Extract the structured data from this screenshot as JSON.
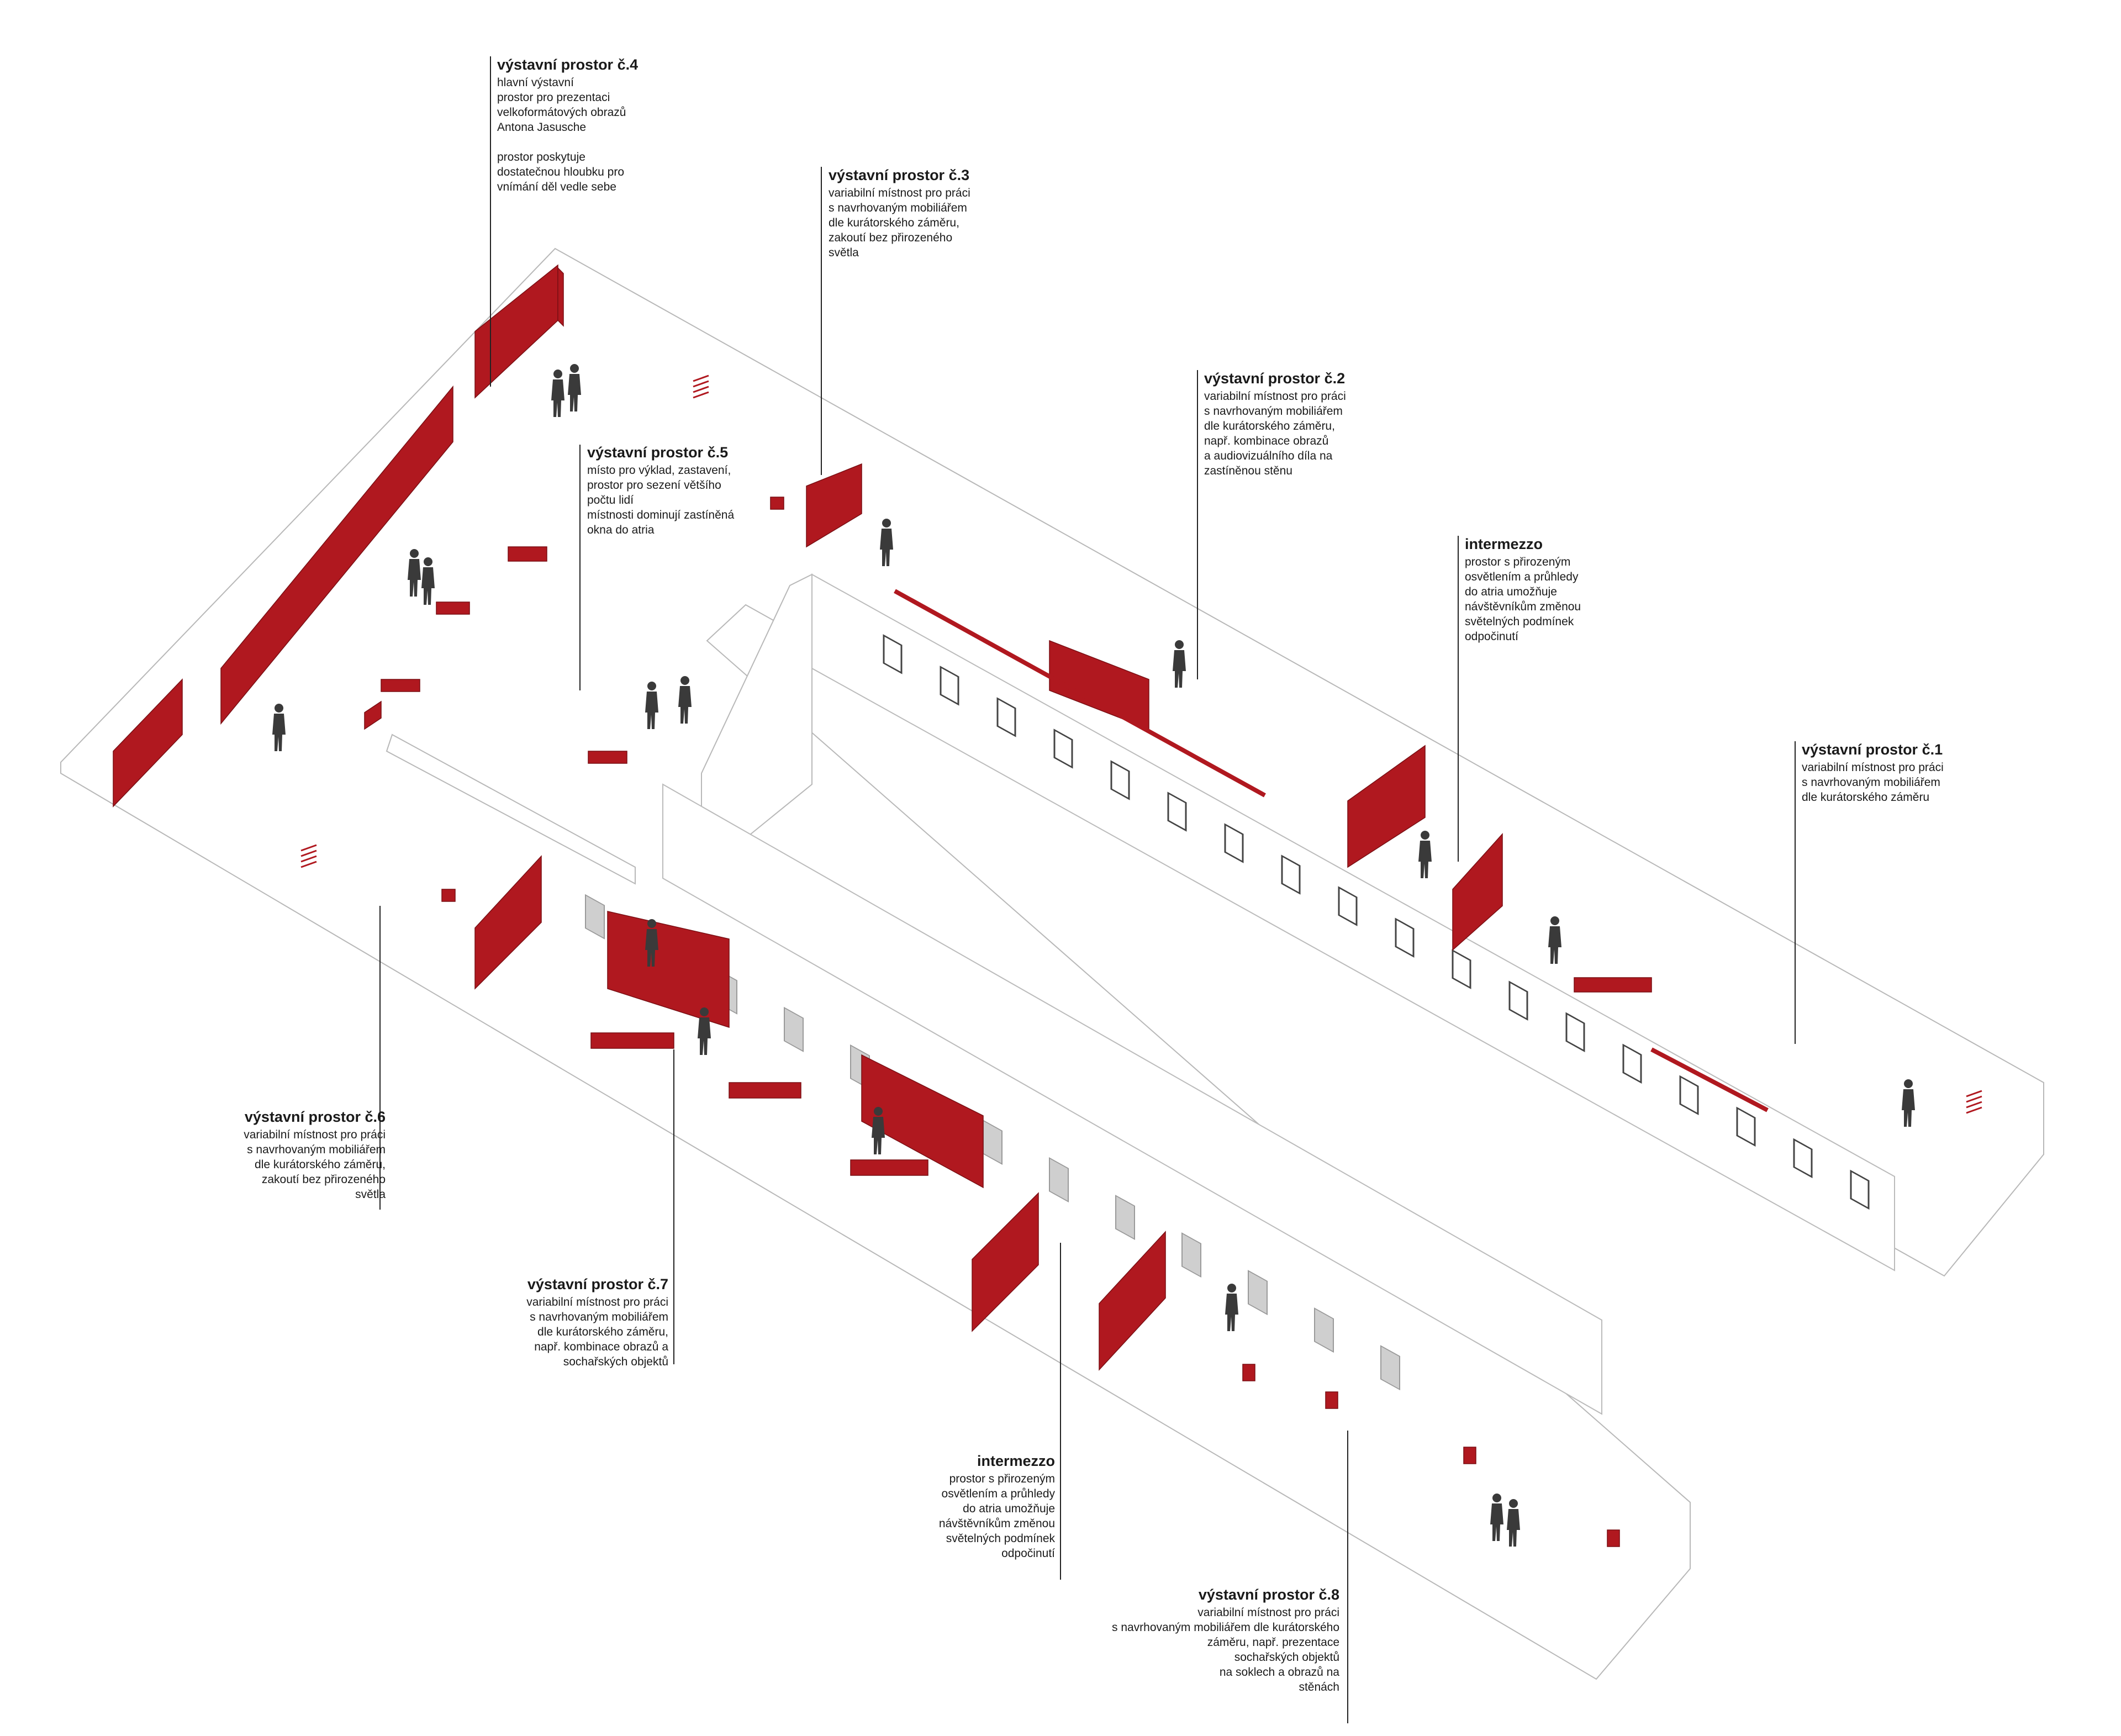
{
  "accent_color": "#b0181f",
  "floor_color": "#e6e6e6",
  "wall_color": "#ffffff",
  "people_color": "#3a3a3a",
  "labels": [
    {
      "id": "room-4",
      "title": "výstavní prostor č.4",
      "text": "hlavní výstavní\nprostor pro prezentaci\nvelkoformátových obrazů\nAntona Jasusche\n\nprostor poskytuje\ndostatečnou hloubku pro\nvnímání děl vedle sebe"
    },
    {
      "id": "room-3",
      "title": "výstavní prostor č.3",
      "text": "variabilní místnost pro práci\ns navrhovaným mobiliářem\ndle kurátorského záměru,\nzakoutí bez přirozeného\nsvětla"
    },
    {
      "id": "room-5",
      "title": "výstavní prostor č.5",
      "text": "místo pro výklad, zastavení,\nprostor pro sezení většího\npočtu lidí\nmístnosti dominují zastíněná\nokna do atria"
    },
    {
      "id": "room-2",
      "title": "výstavní prostor č.2",
      "text": "variabilní místnost pro práci\ns navrhovaným mobiliářem\ndle kurátorského záměru,\nnapř. kombinace obrazů\na audiovizuálního díla na\nzastíněnou stěnu"
    },
    {
      "id": "intermezzo-1",
      "title": "intermezzo",
      "text": "prostor s přirozeným\nosvětlením a průhledy\ndo atria umožňuje\nnávštěvníkům změnou\nsvětelných podmínek\nodpočinutí"
    },
    {
      "id": "room-1",
      "title": "výstavní prostor č.1",
      "text": "variabilní místnost pro práci\ns navrhovaným mobiliářem\ndle kurátorského záměru"
    },
    {
      "id": "room-6",
      "title": "výstavní prostor č.6",
      "text": "variabilní místnost pro práci\ns navrhovaným mobiliářem\ndle kurátorského záměru,\nzakoutí bez přirozeného\nsvětla"
    },
    {
      "id": "room-7",
      "title": "výstavní prostor č.7",
      "text": "variabilní místnost pro práci\ns navrhovaným mobiliářem\ndle kurátorského záměru,\nnapř. kombinace obrazů a\nsochařských objektů"
    },
    {
      "id": "intermezzo-2",
      "title": "intermezzo",
      "text": "prostor s přirozeným\nosvětlením a průhledy\ndo atria umožňuje\nnávštěvníkům změnou\nsvětelných podmínek\nodpočinutí"
    },
    {
      "id": "room-8",
      "title": "výstavní prostor č.8",
      "text": "variabilní místnost pro práci\ns navrhovaným mobiliářem dle kurátorského\nzáměru, např. prezentace\nsochařských objektů\nna soklech a obrazů na\nstěnách"
    }
  ]
}
